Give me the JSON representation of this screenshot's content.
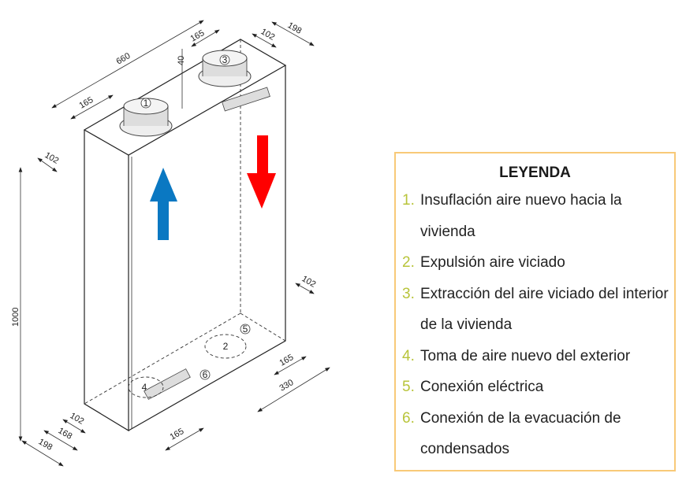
{
  "diagram": {
    "dimensions": {
      "top_length": "660",
      "top_left_offset": "165",
      "top_right_offset": "165",
      "collar_height": "40",
      "top_depth_offset": "102",
      "top_depth": "198",
      "left_depth_offset": "102",
      "height": "1000",
      "bottom_right_depth_offset": "102",
      "bottom_right_offset": "165",
      "bottom_right_spacing": "330",
      "bottom_left_offset_1": "102",
      "bottom_left_offset_2": "168",
      "bottom_left_depth": "198",
      "bottom_front_offset": "165"
    },
    "markers": [
      "1",
      "2",
      "3",
      "4",
      "5",
      "6"
    ],
    "colors": {
      "supply_arrow": "#0a78c2",
      "exhaust_arrow": "#ff0000"
    }
  },
  "legend": {
    "title": "LEYENDA",
    "items": [
      {
        "num": "1.",
        "text": "Insuflación aire nuevo hacia la vivienda"
      },
      {
        "num": "2.",
        "text": "Expulsión aire viciado"
      },
      {
        "num": "3.",
        "text": "Extracción del aire viciado del interior de la vivienda"
      },
      {
        "num": "4.",
        "text": "Toma de aire nuevo del exterior"
      },
      {
        "num": "5.",
        "text": "Conexión eléctrica"
      },
      {
        "num": "6.",
        "text": "Conexión de la evacuación de condensados"
      }
    ],
    "colors": {
      "border": "#f8c978",
      "number": "#b8c43a"
    }
  }
}
